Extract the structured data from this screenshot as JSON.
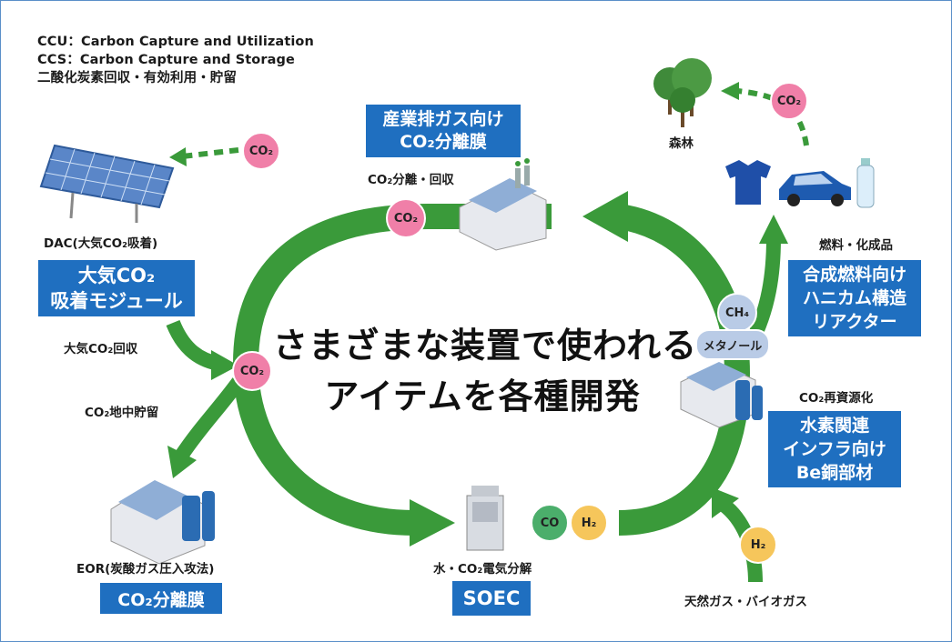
{
  "legend": {
    "line1": "CCU：Carbon Capture and Utilization",
    "line2": "CCS：Carbon Capture and Storage",
    "line3": "二酸化炭素回収・有効利用・貯留"
  },
  "center_title": {
    "line1": "さまざまな装置で使われる",
    "line2": "アイテムを各種開発"
  },
  "boxes": {
    "industrial_membrane": {
      "line1": "産業排ガス向け",
      "line2": "CO₂分離膜"
    },
    "dac_module": {
      "line1": "大気CO₂",
      "line2": "吸着モジュール"
    },
    "synthetic_fuel": {
      "line1": "合成燃料向け",
      "line2": "ハニカム構造",
      "line3": "リアクター"
    },
    "hydrogen_infra": {
      "line1": "水素関連",
      "line2": "インフラ向け",
      "line3": "Be銅部材"
    },
    "eor_membrane": {
      "line1": "CO₂分離膜"
    },
    "soec": {
      "line1": "SOEC"
    }
  },
  "labels": {
    "co2_separation": "CO₂分離・回収",
    "dac": "DAC(大気CO₂吸着)",
    "atmos_recovery": "大気CO₂回収",
    "underground": "CO₂地中貯留",
    "eor": "EOR(炭酸ガス圧入攻法)",
    "electrolysis": "水・CO₂電気分解",
    "fuel_chem": "燃料・化成品",
    "recycling": "CO₂再資源化",
    "natural_gas": "天然ガス・バイオガス",
    "forest": "森林"
  },
  "molecules": {
    "co2": "CO₂",
    "co": "CO",
    "h2": "H₂",
    "ch4": "CH₄",
    "methanol": "メタノール"
  },
  "colors": {
    "arrow_green": "#3a9a3a",
    "box_blue": "#1f6fc0",
    "co2_pink": "#f07fa8",
    "h2_yellow": "#f6c65b",
    "co_green": "#4bae6b",
    "methanol_blue": "#b9cbe6"
  }
}
